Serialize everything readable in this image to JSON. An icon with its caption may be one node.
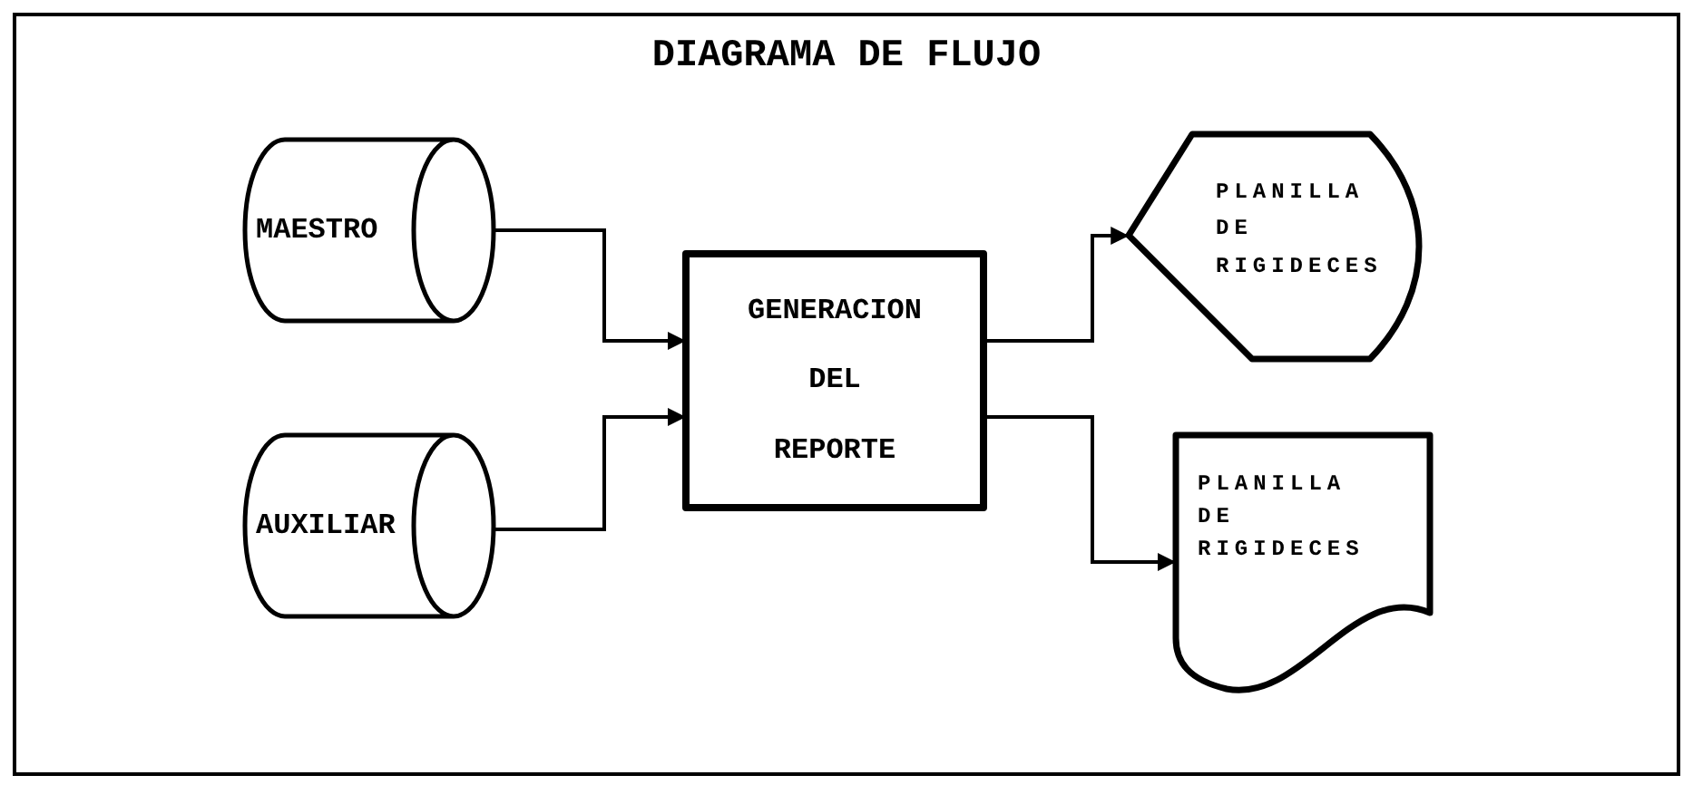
{
  "diagram": {
    "title": "DIAGRAMA DE FLUJO",
    "nodes": [
      {
        "text": [
          "MAESTRO"
        ]
      },
      {
        "text": [
          "AUXILIAR"
        ]
      },
      {
        "text": [
          "GENERACION DEL REPORTE"
        ]
      },
      {
        "text": [
          "PLANILLA DE RIGIDECES"
        ]
      },
      {
        "text": [
          "PLANILLA DE RIGIDECES"
        ]
      }
    ],
    "edges": [
      {
        "from": 0,
        "to": 2,
        "arrow": "to"
      },
      {
        "from": 1,
        "to": 2,
        "arrow": "to"
      },
      {
        "from": 2,
        "to": 3,
        "arrow": "to"
      },
      {
        "from": 2,
        "to": 4,
        "arrow": "to"
      }
    ]
  }
}
